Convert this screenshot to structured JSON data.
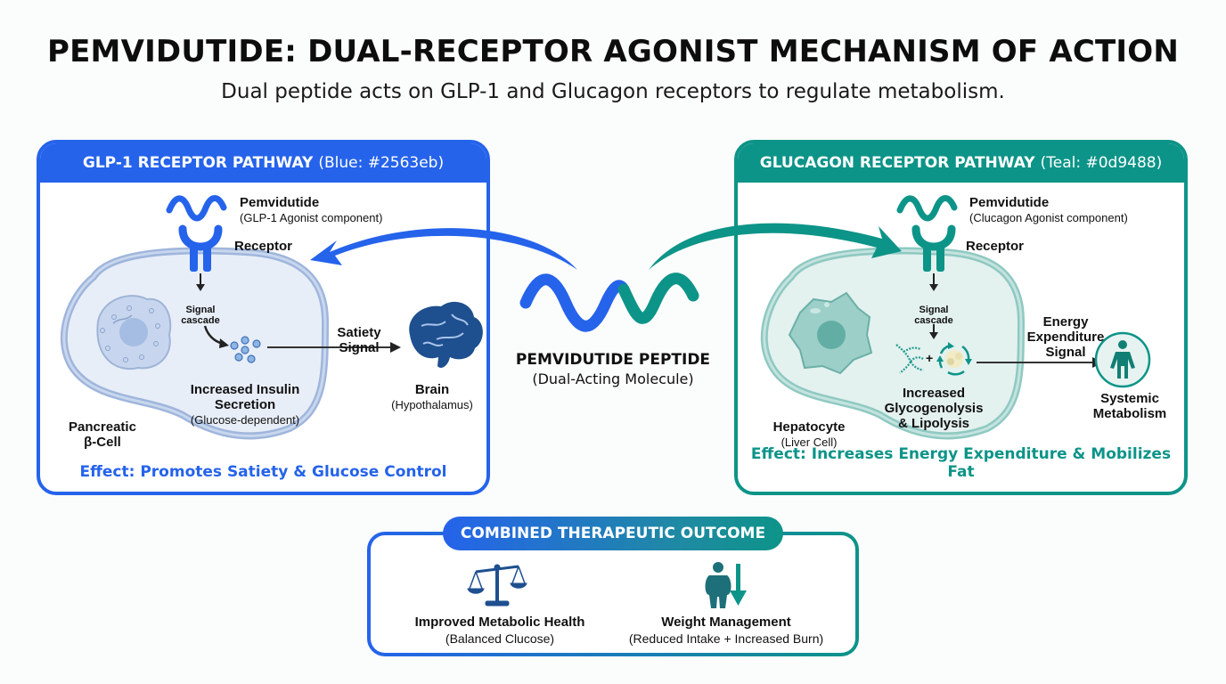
{
  "header": {
    "title": "PEMVIDUTIDE: DUAL-RECEPTOR AGONIST MECHANISM OF ACTION",
    "subtitle": "Dual peptide acts on GLP-1 and Glucagon receptors to regulate metabolism."
  },
  "colors": {
    "glp1": "#2563eb",
    "glucagon": "#0d9488"
  },
  "glp1_panel": {
    "title_bold": "GLP-1 RECEPTOR PATHWAY",
    "title_note": "(Blue: #2563eb)",
    "ligand_label": "Pemvidutide",
    "ligand_sub": "(GLP-1 Agonist component)",
    "receptor_label": "Receptor",
    "cascade_line1": "Signal",
    "cascade_line2": "cascade",
    "result_line1": "Increased Insulin",
    "result_line2": "Secretion",
    "result_sub": "(Glucose-dependent)",
    "cell_line1": "Pancreatic",
    "cell_line2": "β-Cell",
    "signal_line1": "Satiety",
    "signal_line2": "Signal",
    "target_label": "Brain",
    "target_sub": "(Hypothalamus)",
    "effect": "Effect: Promotes Satiety & Glucose Control",
    "icons": [
      "peptide-wave-icon",
      "receptor-icon",
      "beta-cell-icon",
      "insulin-granules-icon",
      "brain-icon"
    ]
  },
  "glucagon_panel": {
    "title_bold": "GLUCAGON RECEPTOR PATHWAY",
    "title_note": "(Teal: #0d9488)",
    "ligand_label": "Pemvidutide",
    "ligand_sub": "(Clucagon Agonist component)",
    "receptor_label": "Receptor",
    "cascade_line1": "Signal",
    "cascade_line2": "cascade",
    "result_line1": "Increased",
    "result_line2": "Glycogenolysis",
    "result_line3": "& Lipolysis",
    "cell_label": "Hepatocyte",
    "cell_sub": "(Liver Cell)",
    "signal_line1": "Energy",
    "signal_line2": "Expenditure",
    "signal_line3": "Signal",
    "target_line1": "Systemic",
    "target_line2": "Metabolism",
    "effect": "Effect: Increases Energy Expenditure & Mobilizes Fat",
    "icons": [
      "peptide-wave-icon",
      "receptor-icon",
      "hepatocyte-icon",
      "glycogen-icon",
      "lipid-cycle-icon",
      "person-icon"
    ]
  },
  "center": {
    "label": "PEMVIDUTIDE PEPTIDE",
    "sub": "(Dual-Acting Molecule)"
  },
  "outcome": {
    "title": "COMBINED THERAPEUTIC OUTCOME",
    "items": [
      {
        "icon": "balance-scale-icon",
        "label": "Improved Metabolic Health",
        "sub": "(Balanced Clucose)"
      },
      {
        "icon": "weight-loss-person-icon",
        "label": "Weight Management",
        "sub": "(Reduced Intake + Increased Burn)"
      }
    ]
  }
}
